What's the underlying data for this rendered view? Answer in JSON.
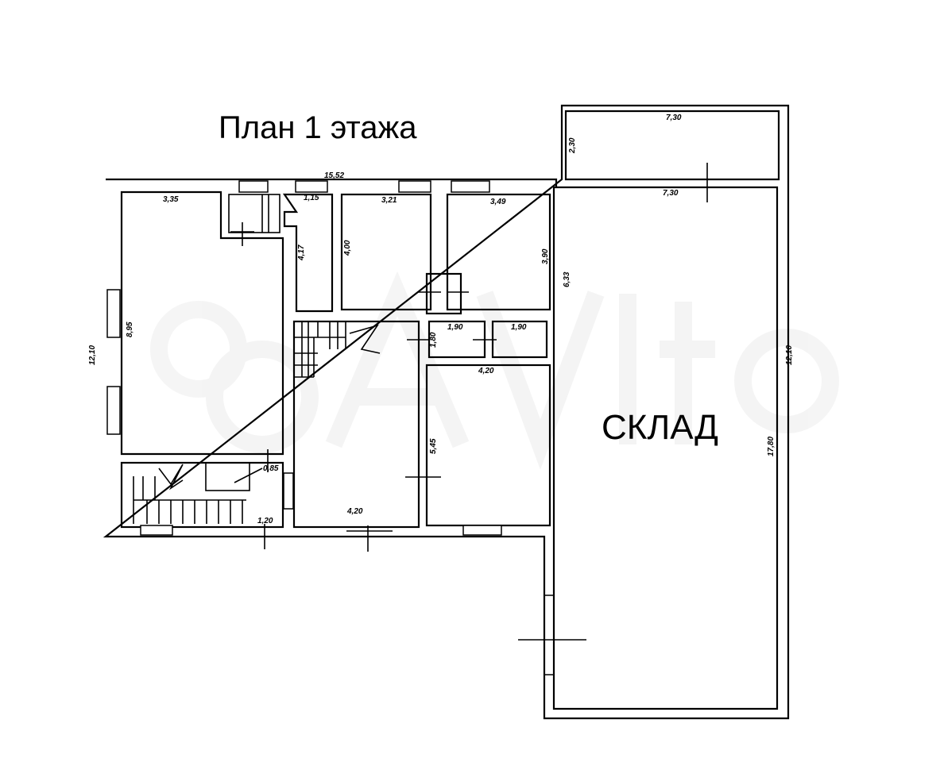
{
  "title": "План 1 этажа",
  "storage_label": "СКЛАД",
  "watermark": "Avito",
  "dimensions": {
    "overall_width": "15,52",
    "overall_height_left": "12,10",
    "overall_height_right": "12,10",
    "room_left_width": "3,35",
    "room_left_length": "8,95",
    "corridor_width": "1,15",
    "corridor_length": "4,17",
    "room_mid_width": "3,21",
    "room_mid_length": "4,00",
    "room_right_width": "3,49",
    "room_right_length": "3,90",
    "bath1_width": "1,90",
    "bath2_width": "1,90",
    "bath_height": "1,80",
    "room_lower_width": "4,20",
    "room_lower_length": "5,45",
    "hall_width": "4,20",
    "stair_door": "0,85",
    "entry_width": "1,20",
    "balcony_width": "7,30",
    "balcony_depth": "2,30",
    "storage_width": "7,30",
    "storage_offset": "6,33",
    "storage_length": "17,80"
  }
}
